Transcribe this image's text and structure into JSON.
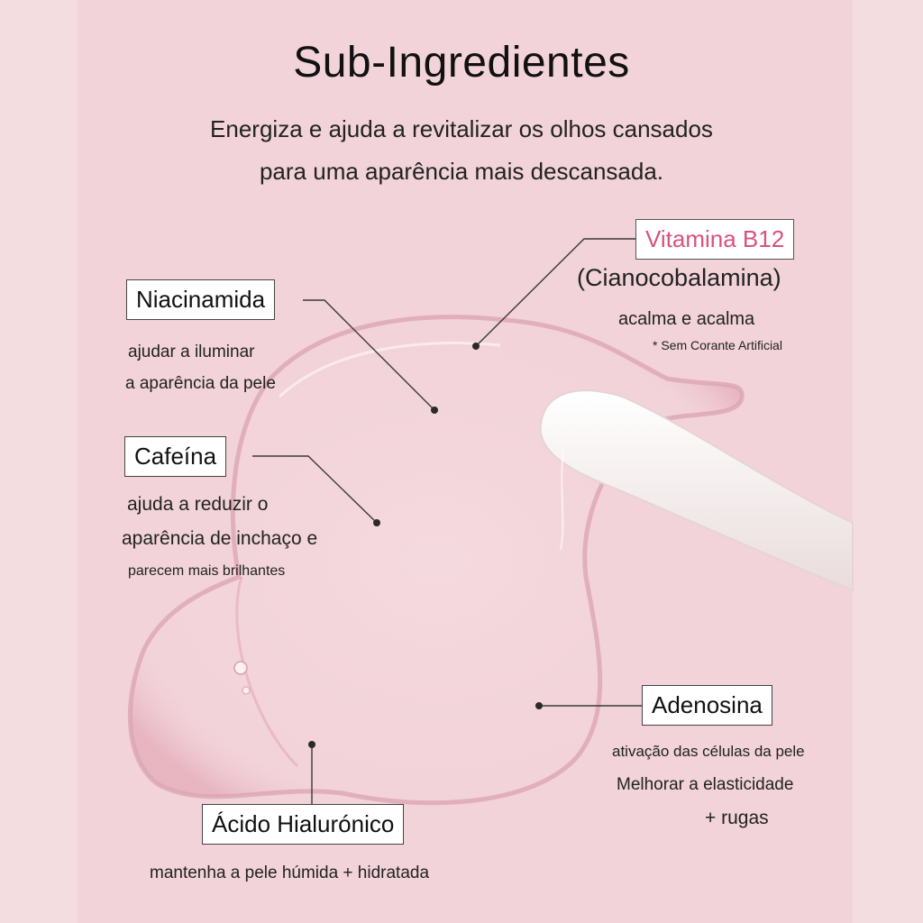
{
  "header": {
    "title": "Sub-Ingredientes",
    "subtitle_line1": "Energiza e ajuda a revitalizar os olhos cansados",
    "subtitle_line2": "para uma aparência mais descansada."
  },
  "ingredients": {
    "vitamin_b12": {
      "label": "Vitamina B12",
      "chemical": "(Cianocobalamina)",
      "desc": "acalma e acalma",
      "note": "* Sem Corante Artificial"
    },
    "niacinamide": {
      "label": "Niacinamida",
      "desc1": "ajudar a iluminar",
      "desc2": "a aparência da pele"
    },
    "caffeine": {
      "label": "Cafeína",
      "desc1": "ajuda a reduzir o",
      "desc2": "aparência de inchaço e",
      "desc3": "parecem mais brilhantes"
    },
    "adenosine": {
      "label": "Adenosina",
      "desc1": "ativação das células da pele",
      "desc2": "Melhorar a elasticidade",
      "desc3": "+ rugas"
    },
    "hyaluronic_acid": {
      "label": "Ácido Hialurónico",
      "desc": "mantenha a pele húmida + hidratada"
    }
  },
  "colors": {
    "background": "#f4dde1",
    "panel": "#f1d3d9",
    "accent_pink": "#d9517d",
    "gel_edge": "#e7b4bf",
    "spatula": "#fbf7f6"
  }
}
